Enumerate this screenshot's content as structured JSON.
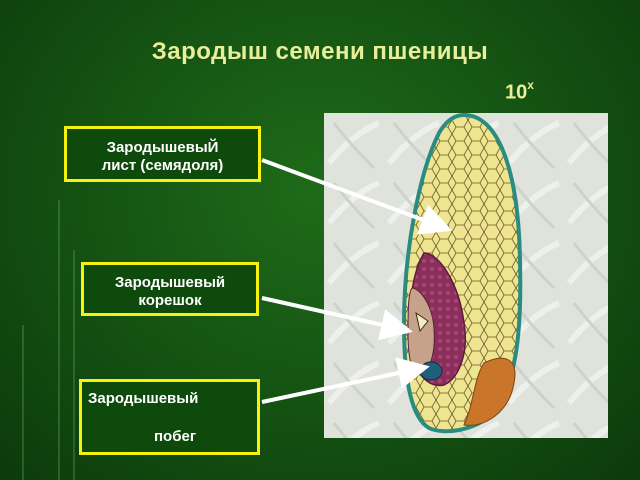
{
  "slide": {
    "title": "Зародыш семени пшеницы",
    "magnification": "10",
    "magnification_sup": "x"
  },
  "labels": {
    "cotyledon_line1": "ЗародышевыЙ",
    "cotyledon_line2": "лист (семядоля)",
    "root_line1": "Зародышевый",
    "root_line2": "корешок",
    "shoot_line1": "Зародышевый",
    "shoot_line2": "побег"
  },
  "colors": {
    "background": "#145112",
    "title_text": "#e8ee9a",
    "label_border": "#f4f20e",
    "arrow": "#ffffff"
  }
}
